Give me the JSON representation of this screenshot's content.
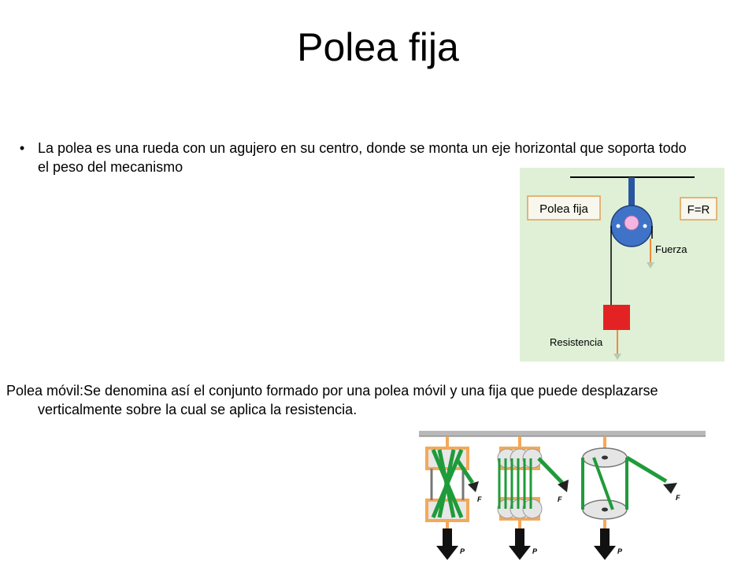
{
  "slide": {
    "title": "Polea fija",
    "bullet_marker": "•",
    "bullet_text": "La polea es una rueda con un agujero en su centro, donde se monta un eje horizontal que soporta todo el peso del mecanismo",
    "paragraph_text": "Polea móvil:Se denomina así el conjunto formado por una polea móvil y una fija que puede desplazarse verticalmente sobre la cual se aplica la resistencia."
  },
  "fixed_pulley_figure": {
    "label_left": "Polea fija",
    "label_right": "F=R",
    "label_force": "Fuerza",
    "label_resistance": "Resistencia"
  },
  "moving_pulley_figure": {
    "force_label": "F",
    "weight_label": "P"
  },
  "colors": {
    "figure_background": "#dff0d6",
    "pulley_blue": "#3f73c7",
    "pulley_center": "#f4b6e0",
    "resistance_block": "#e32323",
    "force_arrow": "#f08a3a",
    "rope_green": "#1f9b3a",
    "frame_orange": "#f3a95a"
  }
}
